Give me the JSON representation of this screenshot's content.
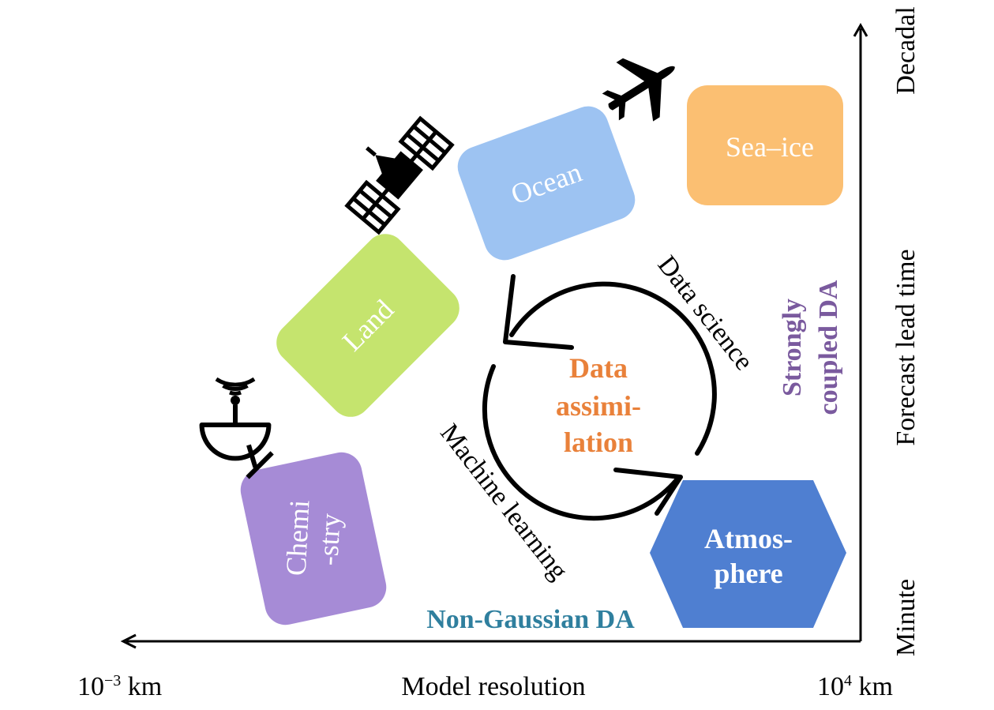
{
  "colors": {
    "ocean": "#9dc3f2",
    "sea_ice": "#fbbf72",
    "land": "#c5e46e",
    "chemistry": "#a68bd6",
    "atmosphere": "#4f7fd1",
    "data_assimilation_text": "#e9813a",
    "strongly_coupled_text": "#7a5a9e",
    "non_gaussian_text": "#2f7f9e",
    "ink": "#000000"
  },
  "axes": {
    "x_label": "Model resolution",
    "x_left": "10",
    "x_left_exp": "−3",
    "x_left_unit": " km",
    "x_right": "10",
    "x_right_exp": "4",
    "x_right_unit": " km",
    "y_label": "Forecast lead time",
    "y_bottom": "Minute",
    "y_top": "Decadal"
  },
  "components": {
    "ocean": "Ocean",
    "sea_ice": "Sea–ice",
    "land": "Land",
    "chemistry_line1": "Chemi",
    "chemistry_line2": "-stry",
    "atmosphere_line1": "Atmos-",
    "atmosphere_line2": "phere"
  },
  "center": {
    "line1": "Data",
    "line2": "assimi-",
    "line3": "lation"
  },
  "labels": {
    "data_science": "Data science",
    "machine_learning": "Machine learning",
    "strongly_coupled_line1": "Strongly",
    "strongly_coupled_line2": "coupled DA",
    "non_gaussian": "Non-Gaussian DA"
  },
  "icons": [
    "airplane-icon",
    "satellite-icon",
    "satellite-dish-icon"
  ]
}
